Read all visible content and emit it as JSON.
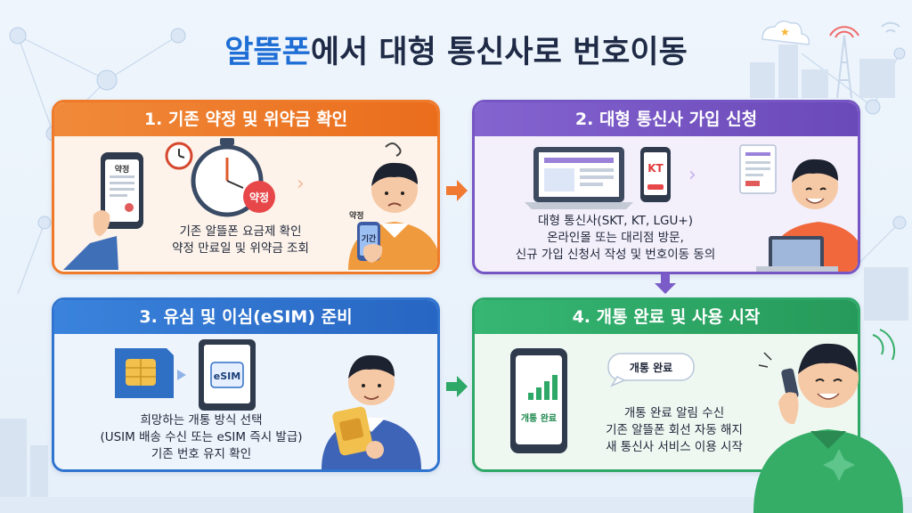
{
  "title": {
    "accent": "알뜰폰",
    "rest": "에서 대형 통신사로 번호이동"
  },
  "steps": [
    {
      "heading": "1. 기존 약정 및 위약금 확인",
      "lines": [
        "기존 알뜰폰 요금제 확인",
        "약정 만료일 및 위약금 조회"
      ],
      "labels": {
        "phone_doc": "약정",
        "badge": "약정",
        "person_tag": "약정",
        "phone_screen": "기간"
      }
    },
    {
      "heading": "2. 대형 통신사 가입 신청",
      "lines": [
        "대형 통신사(SKT, KT, LGU+)",
        "온라인몰 또는 대리점 방문,",
        "신규 가입 신청서 작성 및 번호이동 동의"
      ],
      "labels": {
        "carrier": "KT"
      }
    },
    {
      "heading": "3. 유심 및 이심(eSIM) 준비",
      "lines": [
        "희망하는 개통 방식 선택",
        "(USIM 배송 수신 또는 eSIM 즉시 발급)",
        "기존 번호 유지 확인"
      ],
      "labels": {
        "esim": "eSIM"
      }
    },
    {
      "heading": "4. 개통 완료 및 사용 시작",
      "lines": [
        "개통 완료 알림 수신",
        "기존 알뜰폰 회선 자동 해지",
        "새 통신사 서비스 이용 시작"
      ],
      "labels": {
        "bubble": "개통 완료",
        "phone_screen": "개통 완료"
      }
    }
  ],
  "colors": {
    "accent_blue": "#1f6ed6",
    "step1": "#ee7a2a",
    "step2": "#7655c4",
    "step3": "#2f74cf",
    "step4": "#2ea867"
  },
  "icons": [
    "phone-icon",
    "stopwatch-icon",
    "laptop-icon",
    "document-icon",
    "sim-card-icon",
    "esim-icon",
    "signal-bars-icon",
    "speech-bubble-icon",
    "wifi-icon",
    "arrow-icon"
  ]
}
